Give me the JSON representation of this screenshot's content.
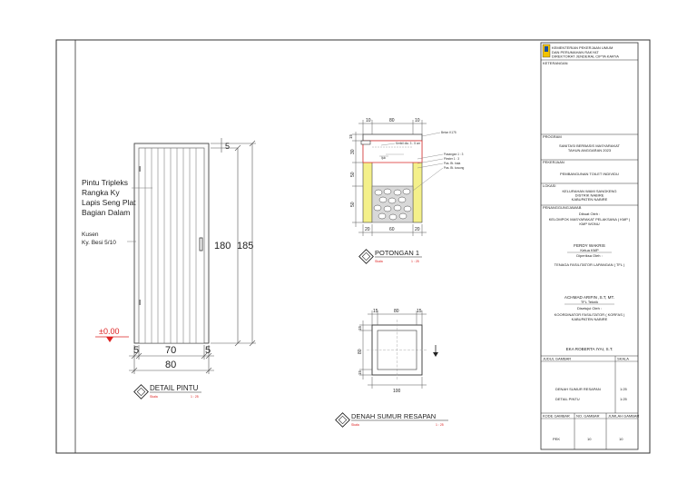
{
  "door": {
    "label_lines": [
      "Pintu Tripleks",
      "Rangka Ky",
      "Lapis Seng Plat",
      "Bagian Dalam"
    ],
    "kusen_lines": [
      "Kusen",
      "Ky. Besi 5/10"
    ],
    "dim_top": "5",
    "dim_height_inner": "180",
    "dim_height_outer": "185",
    "dim_left": "5",
    "dim_mid": "70",
    "dim_right": "5",
    "dim_total": "80",
    "level": "±0.00",
    "title": "DETAIL PINTU",
    "scale_label": "Skala",
    "scale_value": "1 : 25"
  },
  "section": {
    "top_dims": [
      "10",
      "80",
      "10"
    ],
    "left_dims": [
      "15",
      "30",
      "50",
      "50"
    ],
    "bottom_dims": [
      "20",
      "60",
      "20"
    ],
    "notes": [
      "Beton K175",
      "Pasangan 1 : 3",
      "Plester 1 : 3",
      "Pas. Bt. bata",
      "Pas. Bt. kosong",
      "Kerikil dia. 3 - 5 cm",
      "Ijuk"
    ],
    "title": "POTONGAN 1",
    "scale_label": "Skala",
    "scale_value": "1 : 25"
  },
  "plan": {
    "top_dims": [
      "15",
      "80",
      "15"
    ],
    "left_dims": [
      "15",
      "80",
      "15"
    ],
    "bottom_dim": "100",
    "title": "DENAH SUMUR RESAPAN",
    "scale_label": "Skala",
    "scale_value": "1 : 25"
  },
  "title_block": {
    "header_line1": "KEMENTERIAN PEKERJAAN UMUM",
    "header_line2": "DAN PERUMAHAN RAKYAT",
    "header_sub": "DIREKTORAT JENDERAL CIPTA KARYA",
    "keterangan": "KETERANGAN",
    "program_label": "PROGRAM",
    "program_lines": [
      "SANITASI BERBASIS MASYARAKAT",
      "TAHUN ANGGARAN 2023"
    ],
    "pekerjaan_label": "PEKERJAAN",
    "pekerjaan": "PEMBANGUNAN TOILET INDIVIDU",
    "lokasi_label": "LOKASI",
    "lokasi_lines": [
      "KELURAHAN WAMI SANGKENG",
      "DISTRIK NABIRE",
      "KABUPATEN NABIRE"
    ],
    "penanggung_label": "PENANGGUNGJAWAB",
    "dibuat_oleh": "Dibuat Oleh :",
    "kmp_lines": [
      "KELOMPOK MASYARAKAT PELAKSANA ( KMP )",
      "KMP WONU"
    ],
    "ketua_name": "FERDY WAKRIS",
    "ketua_role": "Ketua KMP",
    "diperiksa": "Diperiksa Oleh :",
    "tfl": "TENAGA FASILITATOR LAPANGAN ( TFL )",
    "tfl_name": "ACHMAD ARIFIN ,S.T, MT.",
    "tfl_role": "TFL Teknik",
    "disetujui": "Disetujui Oleh :",
    "korkab_lines": [
      "KOORDINATOR FASILITATOR ( KORFAS )",
      "KABUPATEN NABIRE"
    ],
    "korkab_name": "EKA ROBERTA IYAI, S.T.",
    "judul_label": "JUDUL GAMBAR",
    "skala_label": "SKALA",
    "drawings": [
      {
        "name": "DENAH SUMUR RESAPAN",
        "scale": "1:25"
      },
      {
        "name": "DETAIL PINTU",
        "scale": "1:25"
      }
    ],
    "kode_label": "KODE GAMBAR",
    "no_label": "NO. GAMBAR",
    "jumlah_label": "JUMLAH GAMBAR",
    "kode": "PEK",
    "no": "10",
    "jumlah": "10"
  }
}
